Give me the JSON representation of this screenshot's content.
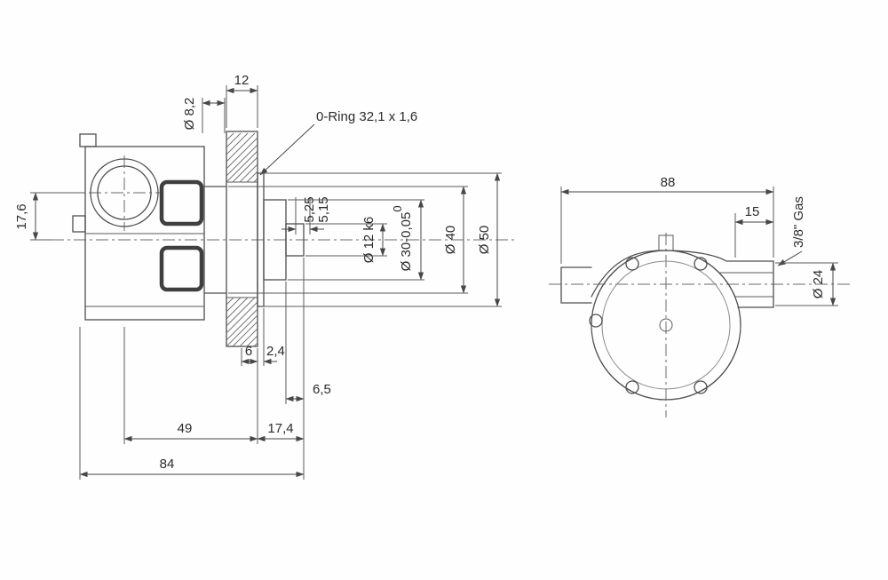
{
  "drawing": {
    "side_view": {
      "labels": {
        "hole_dia": "Ø 8,2",
        "flange_thickness": "12",
        "oring": "0-Ring 32,1 x 1,6",
        "port_offset": "17,6",
        "seal_a": "5,25",
        "seal_b": "5,15",
        "shaft_dia": "Ø 12 k6",
        "tol_upper": "0",
        "shaft_step_dia": "Ø 30-0,05",
        "hub_dia": "Ø 40",
        "pilot_dia": "Ø 50",
        "step_a": "6",
        "step_b": "2,4",
        "stub_len": "6,5",
        "body_to_flange": "49",
        "shaft_protrusion": "17,4",
        "overall_length": "84"
      }
    },
    "front_view": {
      "labels": {
        "overall_width": "88",
        "port_length": "15",
        "thread": "3/8\" Gas",
        "port_dia": "Ø 24"
      }
    }
  }
}
